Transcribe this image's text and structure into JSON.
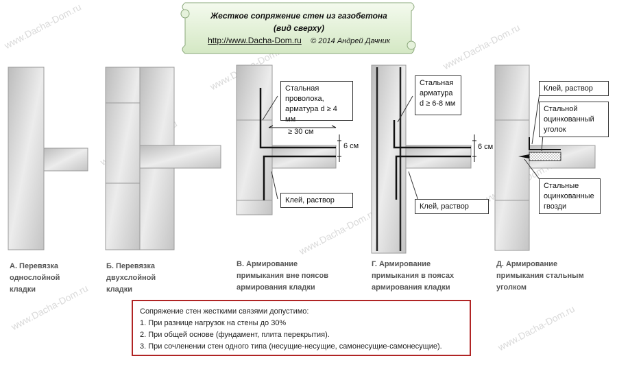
{
  "title": {
    "line1": "Жесткое сопряжение стен из газобетона",
    "line2": "(вид сверху)",
    "url": "http://www.Dacha-Dom.ru",
    "copyright": "© 2014 Андрей Дачник"
  },
  "watermark": "www.Dacha-Dom.ru",
  "labels": {
    "v_wire": "Стальная\nпроволока,\nарматура d ≥ 4 мм",
    "v_glue": "Клей, раствор",
    "v_len": "≥ 30 см",
    "v_gap": "6 см",
    "g_rebar": "Стальная\nарматура\nd ≥ 6-8 мм",
    "g_glue": "Клей, раствор",
    "g_gap": "6 см",
    "d_glue": "Клей, раствор",
    "d_angle": "Стальной\nоцинкованный\nуголок",
    "d_nails": "Стальные\nоцинкованные\nгвозди"
  },
  "captions": {
    "a": "А. Перевязка\nоднослойной\nкладки",
    "b": "Б. Перевязка\nдвухслойной\nкладки",
    "v": "В. Армирование\nпримыкания вне поясов\nармирования кладки",
    "g": "Г. Армирование\nпримыкания в поясах\nармирования кладки",
    "d": "Д. Армирование\nпримыкания стальным\nуголком"
  },
  "notes": {
    "heading": "Сопряжение стен жесткими связями  допустимо:",
    "item1": "1. При разнице нагрузок на стены до 30%",
    "item2": "2. При общей основе (фундамент, плита перекрытия).",
    "item3": "3. При сочленении стен одного типа (несущие-несущие, самонесущие-самонесущие)."
  }
}
